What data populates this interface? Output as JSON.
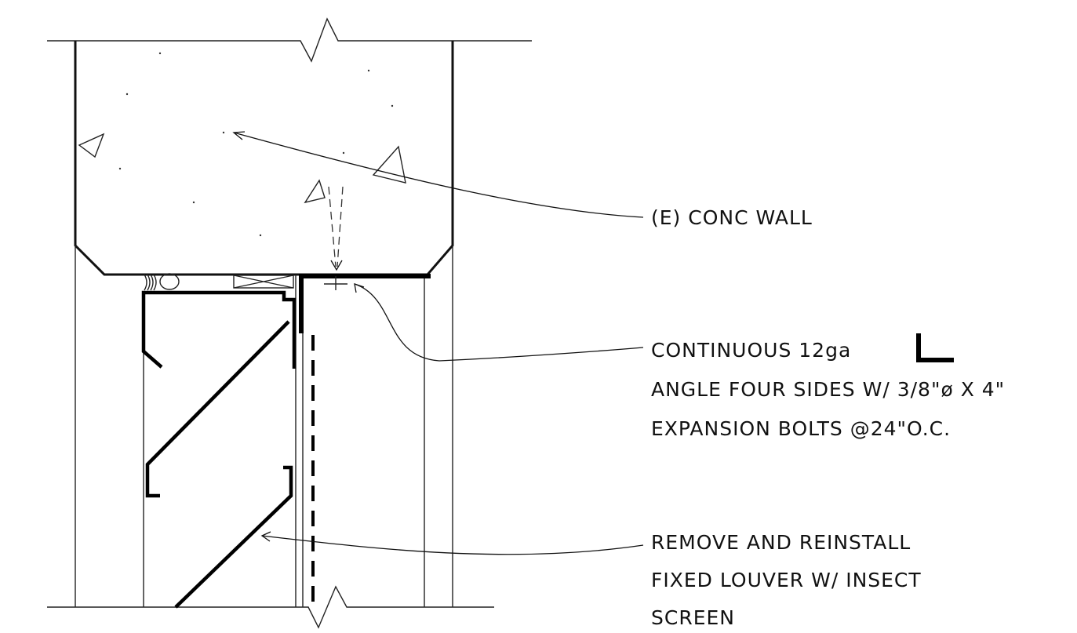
{
  "labels": {
    "wall": [
      "(E) CONC WALL"
    ],
    "angle": [
      "CONTINUOUS 12ga",
      "ANGLE FOUR SIDES W/ 3/8\"ø X 4\"",
      "EXPANSION  BOLTS @24\"O.C."
    ],
    "louver": [
      "REMOVE AND REINSTALL",
      "FIXED LOUVER W/ INSECT",
      "SCREEN"
    ]
  }
}
